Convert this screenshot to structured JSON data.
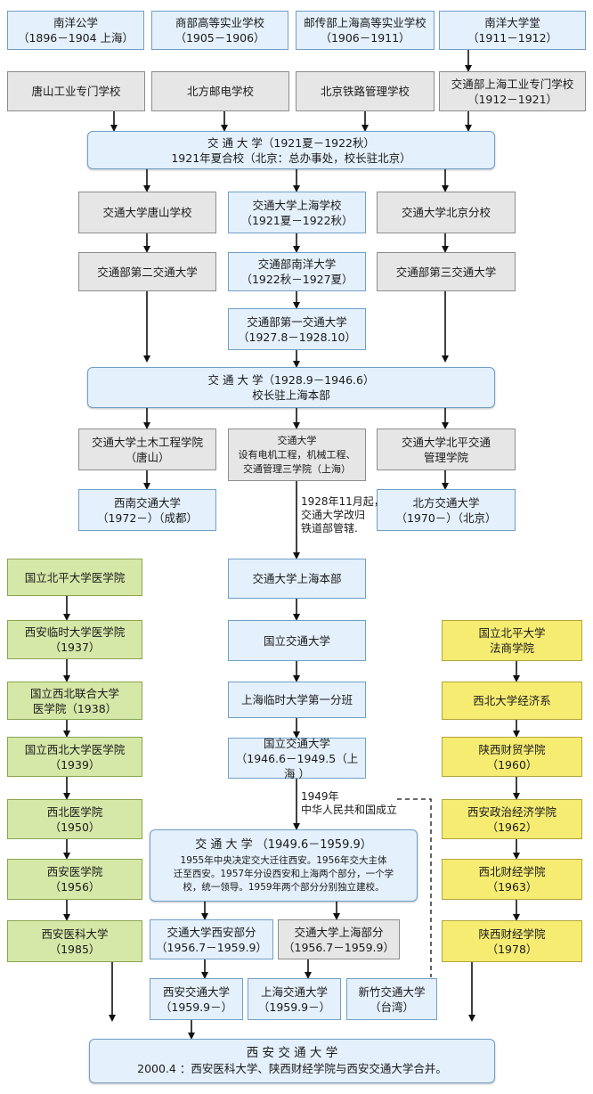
{
  "row1": {
    "nanyang_gongxue": {
      "name": "南洋公学",
      "period": "（1896－1904 上海）"
    },
    "shangbu": {
      "name": "商部高等实业学校",
      "period": "（1905－1906）"
    },
    "youchuanbu": {
      "name": "邮传部上海高等实业学校",
      "period": "（1906－1911）"
    },
    "nanyang_datang": {
      "name": "南洋大学堂",
      "period": "（1911－1912）"
    }
  },
  "row2": {
    "tangshan": "唐山工业专门学校",
    "beifang_youdian": "北方邮电学校",
    "beijing_tielu": "北京铁路管理学校",
    "jiaotongbu_shanghai": {
      "name": "交通部上海工业专门学校",
      "period": "（1912－1921）"
    }
  },
  "jiaotong_1921": {
    "line1": "交 通 大 学（1921夏－1922秋）",
    "line2": "1921年夏合校（北京：总办事处，校长驻北京）"
  },
  "row3": {
    "jd_tangshan": "交通大学唐山学校",
    "jd_shanghai": {
      "name": "交通大学上海学校",
      "period": "（1921夏－1922秋）"
    },
    "jd_beijing": "交通大学北京分校"
  },
  "row4": {
    "di_er": "交通部第二交通大学",
    "nanyang_daxue": {
      "name": "交通部南洋大学",
      "period": "（1922秋－1927夏）"
    },
    "di_san": "交通部第三交通大学"
  },
  "di_yi": {
    "name": "交通部第一交通大学",
    "period": "（1927.8－1928.10）"
  },
  "jiaotong_1928": {
    "line1": "交 通 大 学（1928.9－1946.6）",
    "line2": "校长驻上海本部"
  },
  "row5": {
    "tumu": {
      "line1": "交通大学土木工程学院",
      "line2": "（唐山）"
    },
    "center": {
      "line1": "交通大学",
      "line2": "设有电机工程，机械工程、",
      "line3": "交通管理三学院（上海）"
    },
    "beiping": {
      "line1": "交通大学北平交通",
      "line2": "管理学院"
    }
  },
  "row6": {
    "xinan": {
      "name": "西南交通大学",
      "period": "（1972－）（成都）"
    },
    "beifang": {
      "name": "北方交通大学",
      "period": "（1970－）（北京）"
    }
  },
  "note_1928": {
    "line1": "1928年11月起，",
    "line2": "交通大学改归",
    "line3": "铁道部管辖."
  },
  "center_col": {
    "shanghai_benbu": "交通大学上海本部",
    "guoli": "国立交通大学",
    "linshi": "上海临时大学第一分班",
    "guoli_1946": {
      "name": "国立交通大学",
      "period": "（1946.6－1949.5（上海 ）"
    }
  },
  "note_1949": {
    "line1": "1949年",
    "line2": "中华人民共和国成立"
  },
  "left_col": [
    {
      "line1": "国立北平大学医学院",
      "line2": ""
    },
    {
      "line1": "西安临时大学医学院",
      "line2": "（1937）"
    },
    {
      "line1": "国立西北联合大学",
      "line2": "医学院（1938）"
    },
    {
      "line1": "国立西北大学医学院",
      "line2": "（1939）"
    },
    {
      "line1": "西北医学院",
      "line2": "（1950）"
    },
    {
      "line1": "西安医学院",
      "line2": "（1956）"
    },
    {
      "line1": "西安医科大学",
      "line2": "（1985）"
    }
  ],
  "right_col": [
    {
      "line1": "国立北平大学",
      "line2": "法商学院"
    },
    {
      "line1": "西北大学经济系",
      "line2": ""
    },
    {
      "line1": "陕西财贸学院",
      "line2": "（1960）"
    },
    {
      "line1": "西安政治经济学院",
      "line2": "（1962）"
    },
    {
      "line1": "西北财经学院",
      "line2": "（1963）"
    },
    {
      "line1": "陕西财经学院",
      "line2": "（1978）"
    }
  ],
  "jiaotong_1949": {
    "title": "交 通 大 学 （1949.6－1959.9）",
    "desc1": "1955年中央决定交大迁往西安。1956年交大主体",
    "desc2": "迁至西安。1957年分设西安和上海两个部分，一个学",
    "desc3": "校，统一领导。1959年两个部分分别独立建校。"
  },
  "row_branches": {
    "xian_bufen": {
      "name": "交通大学西安部分",
      "period": "（1956.7－1959.9）"
    },
    "shanghai_bufen": {
      "name": "交通大学上海部分",
      "period": "（1956.7－1959.9）"
    }
  },
  "row_final3": {
    "xian_jd": {
      "name": "西安交通大学",
      "period": "（1959.9－）"
    },
    "shanghai_jd": {
      "name": "上海交通大学",
      "period": "（1959.9－）"
    },
    "xinzhu_jd": {
      "name": "新竹交通大学",
      "period": "（台湾）"
    }
  },
  "final": {
    "title": "西 安 交 通 大 学",
    "desc": "2000.4 ：西安医科大学、陕西财经学院与西安交通大学合并。"
  }
}
